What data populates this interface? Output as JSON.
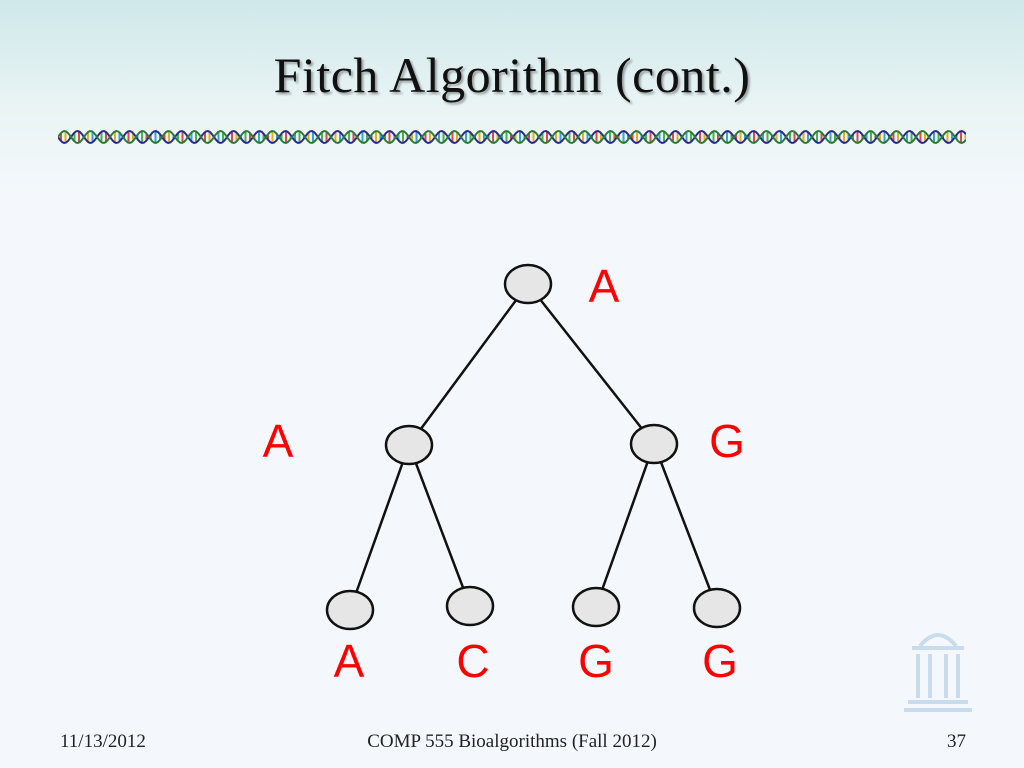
{
  "slide": {
    "title": "Fitch Algorithm (cont.)"
  },
  "tree": {
    "root": {
      "label": "A"
    },
    "internal_left": {
      "label": "A"
    },
    "internal_right": {
      "label": "G"
    },
    "leaves": [
      {
        "label": "A"
      },
      {
        "label": "C"
      },
      {
        "label": "G"
      },
      {
        "label": "G"
      }
    ],
    "label_color": "#ff0000",
    "node_fill": "#e6e6e6",
    "edge_color": "#111111"
  },
  "footer": {
    "date": "11/13/2012",
    "course": "COMP 555 Bioalgorithms (Fall 2012)",
    "page": "37"
  },
  "decorations": {
    "divider": "dna-helix",
    "watermark": "old-well-logo"
  }
}
